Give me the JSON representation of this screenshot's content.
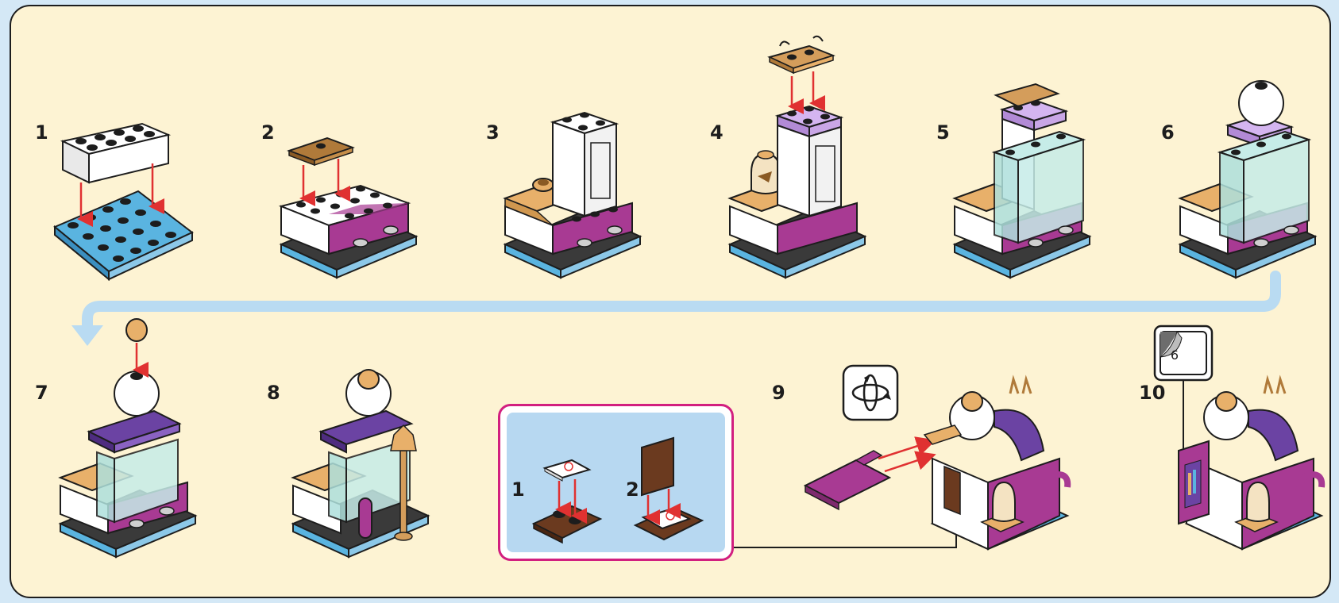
{
  "steps": [
    {
      "number": "1"
    },
    {
      "number": "2"
    },
    {
      "number": "3"
    },
    {
      "number": "4"
    },
    {
      "number": "5"
    },
    {
      "number": "6"
    },
    {
      "number": "7"
    },
    {
      "number": "8"
    },
    {
      "number": "9"
    },
    {
      "number": "10"
    }
  ],
  "callout": {
    "substeps": [
      {
        "number": "1"
      },
      {
        "number": "2"
      }
    ]
  },
  "sticker": {
    "sheet_number": "6"
  },
  "icons": {
    "rotate_model": "rotate-model-icon",
    "sticker_sheet": "sticker-sheet-icon"
  },
  "colors": {
    "panel_background": "#fdf3d3",
    "outer_background": "#d4e8f6",
    "callout_border": "#d21f7f",
    "callout_fill": "#b7d8f1",
    "flow_arrow": "#b9dbf2",
    "assembly_arrow": "#e03131",
    "magenta_brick": "#a83a93",
    "purple_roof": "#6b43a3",
    "lavender_brick": "#c9a6e6",
    "tan_part": "#e8b06a",
    "blue_plate": "#5ab4e0",
    "transparent_panel": "#c6ece8"
  }
}
